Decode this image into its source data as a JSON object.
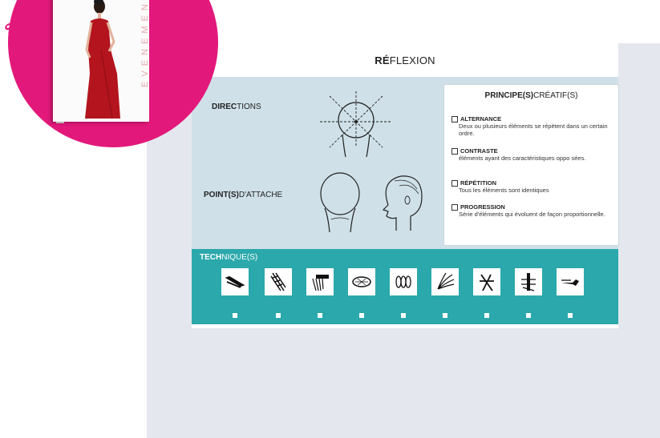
{
  "badge": {
    "text": "SO"
  },
  "book": {
    "spine_text": "EVENEMENTIEL"
  },
  "page": {
    "title_bold": "RÉ",
    "title_rest": "FLEXION",
    "directions_bold": "DIREC",
    "directions_rest": "TIONS",
    "points_bold": "POINT(S)",
    "points_rest": "D'ATTACHE"
  },
  "principles": {
    "title_bold": "PRINCIPE(S)",
    "title_rest": "CRÉATIF(S)",
    "items": [
      {
        "name": "ALTERNANCE",
        "desc": "Deux ou plusieurs éléments se répètent dans un certain ordre."
      },
      {
        "name": "CONTRASTE",
        "desc": "éléments ayant des caractéristiques oppo sées."
      },
      {
        "name": "RÉPÉTITION",
        "desc": "Tous les éléments sont identiques"
      },
      {
        "name": "PROGRESSION",
        "desc": "Série d'éléments qui évoluent de façon proportionnelle."
      }
    ]
  },
  "technique": {
    "title_bold": "TECH",
    "title_rest": "NIQUE(S)",
    "tiles": [
      "flat-iron-icon",
      "braid-icon",
      "teasing-brush-icon",
      "roll-icon",
      "coil-icon",
      "strands-icon",
      "crossed-strands-icon",
      "comb-section-icon",
      "curling-iron-icon"
    ]
  },
  "colors": {
    "magenta": "#e3187b",
    "teal": "#2ba8ab",
    "light_blue": "#cfe0e8",
    "backdrop": "#e4e8ee"
  }
}
